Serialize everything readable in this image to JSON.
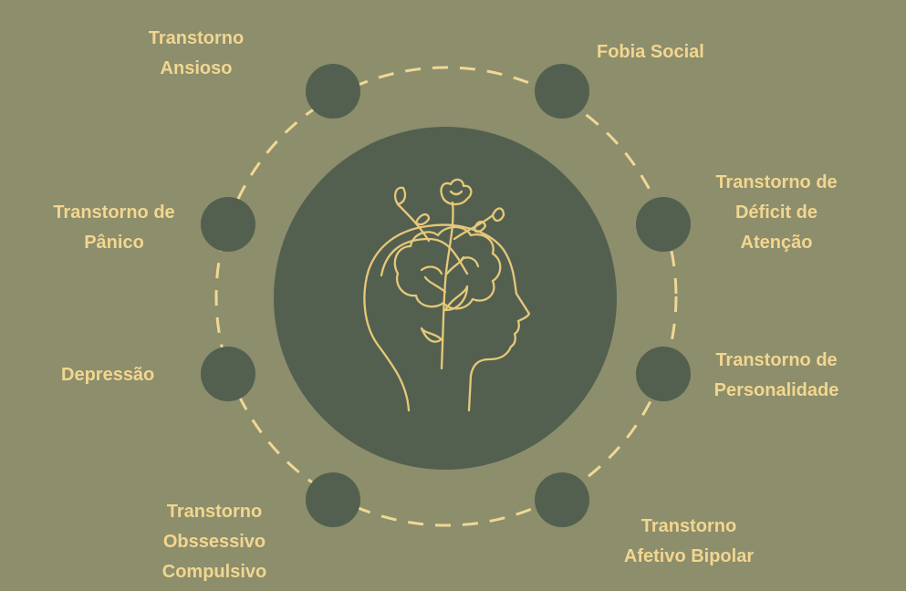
{
  "colors": {
    "background": "#8c8e6c",
    "node": "#536050",
    "text": "#f3d68f",
    "ring": "#f0d894",
    "icon_line": "#e6c879"
  },
  "center": {
    "icon": "head-with-flowers-icon"
  },
  "nodes": [
    {
      "id": "anxiety",
      "lines": [
        "Transtorno",
        "Ansioso"
      ]
    },
    {
      "id": "social-phobia",
      "lines": [
        "Fobia Social"
      ]
    },
    {
      "id": "adhd",
      "lines": [
        "Transtorno de",
        "Déficit de",
        "Atenção"
      ]
    },
    {
      "id": "personality",
      "lines": [
        "Transtorno de",
        "Personalidade"
      ]
    },
    {
      "id": "bipolar",
      "lines": [
        "Transtorno",
        "Afetivo Bipolar"
      ]
    },
    {
      "id": "ocd",
      "lines": [
        "Transtorno",
        "Obssessivo",
        "Compulsivo"
      ]
    },
    {
      "id": "depression",
      "lines": [
        "Depressão"
      ]
    },
    {
      "id": "panic",
      "lines": [
        "Transtorno de",
        "Pânico"
      ]
    }
  ]
}
